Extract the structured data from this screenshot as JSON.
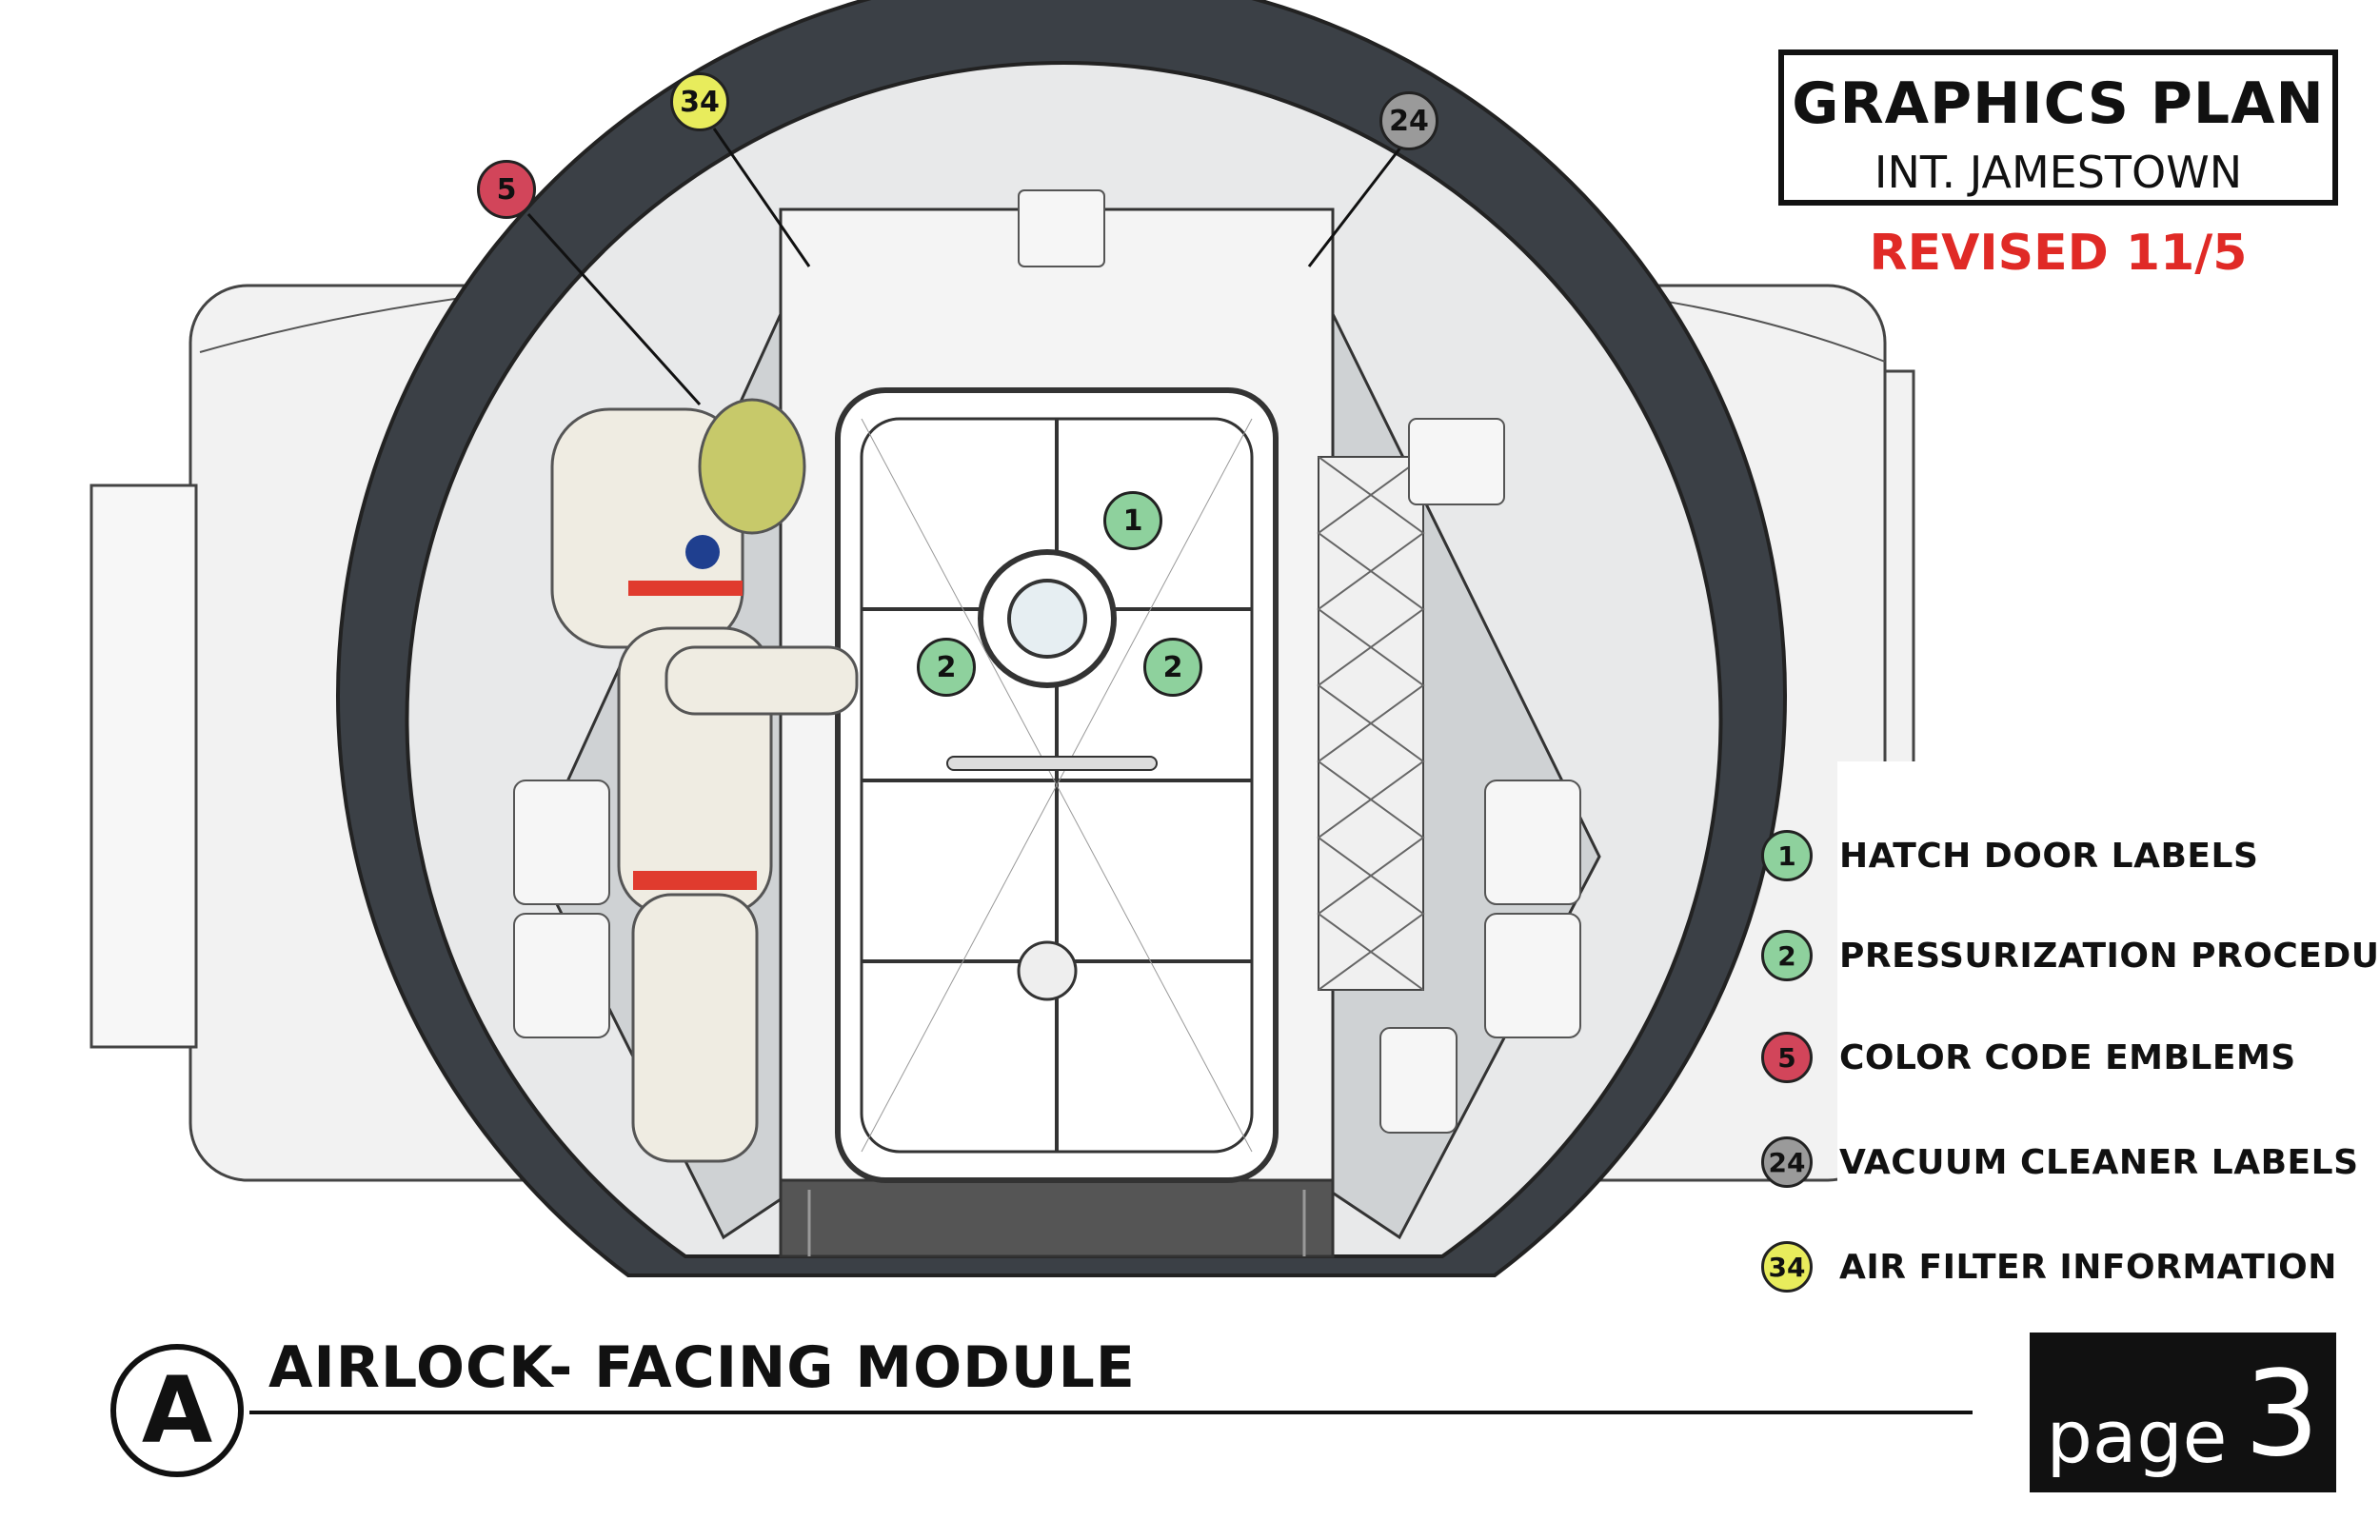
{
  "title_block": {
    "title": "GRAPHICS PLAN",
    "subtitle": "INT. JAMESTOWN",
    "revised": "REVISED 11/5"
  },
  "legend": [
    {
      "number": "1",
      "label": "HATCH DOOR LABELS",
      "color": "#8ed19d"
    },
    {
      "number": "2",
      "label": "PRESSURIZATION PROCEDURE",
      "color": "#8ed19d"
    },
    {
      "number": "5",
      "label": "COLOR CODE EMBLEMS",
      "color": "#d2455a"
    },
    {
      "number": "24",
      "label": "VACUUM CLEANER LABELS",
      "color": "#9a9a9a"
    },
    {
      "number": "34",
      "label": "AIR FILTER INFORMATION",
      "color": "#e8ec5c"
    }
  ],
  "callouts": {
    "c34": "34",
    "c5": "5",
    "c24": "24",
    "c1": "1",
    "c2a": "2",
    "c2b": "2"
  },
  "section": {
    "letter": "A",
    "title": "AIRLOCK- FACING MODULE"
  },
  "page": {
    "word": "page",
    "number": "3"
  },
  "colors": {
    "green": "#8ed19d",
    "red": "#d2455a",
    "gray": "#9a9a9a",
    "yellow": "#e8ec5c",
    "revised_red": "#e02a26",
    "module_ring": "#3b4046"
  }
}
